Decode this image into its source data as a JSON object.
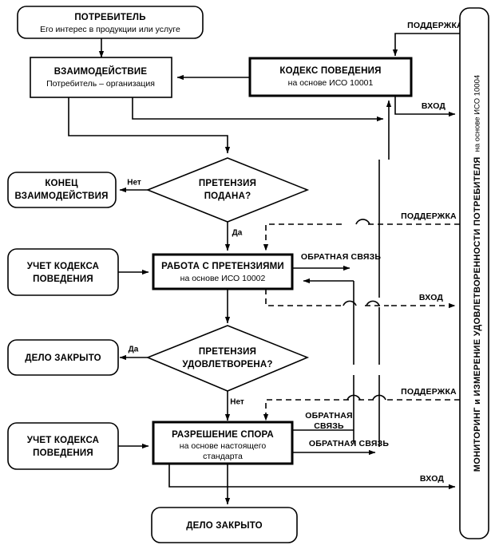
{
  "diagram": {
    "title": "Customer satisfaction process flowchart",
    "colors": {
      "stroke": "#000000",
      "fill": "#ffffff",
      "background": "#ffffff"
    }
  },
  "nodes": {
    "consumer": {
      "line1": "ПОТРЕБИТЕЛЬ",
      "line2": "Его интерес в продукции или услуге",
      "shape": "rounded"
    },
    "interaction": {
      "line1": "ВЗАИМОДЕЙСТВИЕ",
      "line2": "Потребитель – организация",
      "shape": "rect"
    },
    "code_of_conduct": {
      "line1": "КОДЕКС ПОВЕДЕНИЯ",
      "line2": "на основе ИСО 10001",
      "shape": "rect-bold"
    },
    "end_interaction": {
      "line1": "КОНЕЦ",
      "line2": "ВЗАИМОДЕЙСТВИЯ",
      "shape": "rounded"
    },
    "decision_claim": {
      "line1": "ПРЕТЕНЗИЯ",
      "line2": "ПОДАНА?",
      "shape": "diamond"
    },
    "account_code_1": {
      "line1": "УЧЕТ КОДЕКСА",
      "line2": "ПОВЕДЕНИЯ",
      "shape": "rounded"
    },
    "claims_work": {
      "line1": "РАБОТА С ПРЕТЕНЗИЯМИ",
      "line2": "на основе ИСО 10002",
      "shape": "rect-bold"
    },
    "case_closed_1": {
      "line1": "ДЕЛО ЗАКРЫТО",
      "shape": "rounded"
    },
    "decision_satisfied": {
      "line1": "ПРЕТЕНЗИЯ",
      "line2": "УДОВЛЕТВОРЕНА?",
      "shape": "diamond"
    },
    "account_code_2": {
      "line1": "УЧЕТ КОДЕКСА",
      "line2": "ПОВЕДЕНИЯ",
      "shape": "rounded"
    },
    "dispute_resolution": {
      "line1": "РАЗРЕШЕНИЕ СПОРА",
      "line2": "на основе настоящего",
      "line3": "стандарта",
      "shape": "rect-bold"
    },
    "case_closed_2": {
      "line1": "ДЕЛО ЗАКРЫТО",
      "shape": "rounded"
    },
    "monitoring_panel": {
      "text_main": "МОНИТОРИНГ и ИЗМЕРЕНИЕ УДОВЛЕТВОРЕННОСТИ ПОТРЕБИТЕЛЯ",
      "text_sub": "на основе ИСО 10004",
      "shape": "rounded-vertical"
    }
  },
  "edge_labels": {
    "support_1": "ПОДДЕРЖКА",
    "support_2": "ПОДДЕРЖКА",
    "support_3": "ПОДДЕРЖКА",
    "input_1": "ВХОД",
    "input_2": "ВХОД",
    "input_3": "ВХОД",
    "feedback_1": "ОБРАТНАЯ СВЯЗЬ",
    "feedback_2_l1": "ОБРАТНАЯ",
    "feedback_2_l2": "СВЯЗЬ",
    "feedback_3": "ОБРАТНАЯ СВЯЗЬ",
    "no_1": "Нет",
    "yes_1": "Да",
    "yes_2": "Да",
    "no_2": "Нет"
  }
}
